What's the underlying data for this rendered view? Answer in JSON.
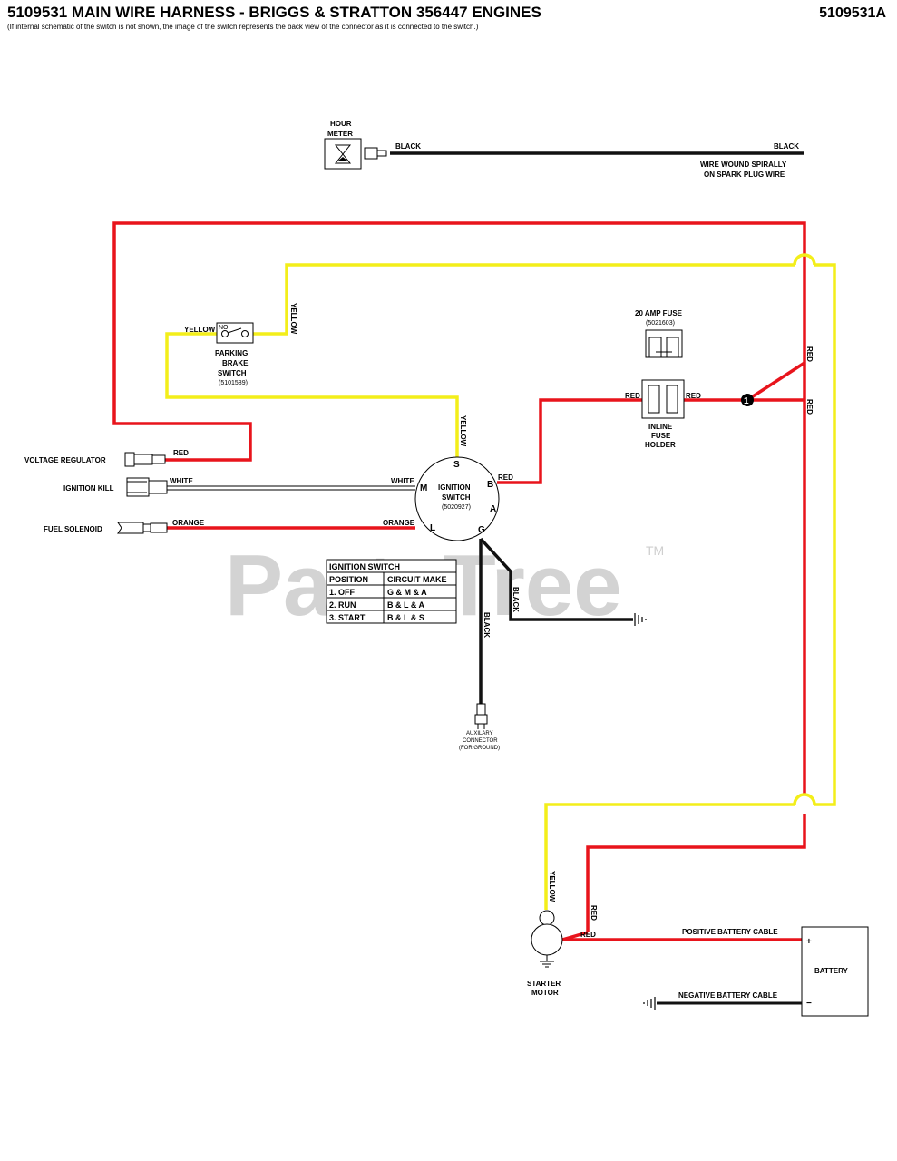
{
  "header": {
    "title": "5109531 MAIN WIRE HARNESS - BRIGGS & STRATTON 356447 ENGINES",
    "subtitle": "(If internal schematic of the switch is not shown, the image of the switch represents the back view of the connector as it is connected to the switch.)",
    "doc_id": "5109531A"
  },
  "watermark": {
    "text": "PartsTree",
    "tm": "TM"
  },
  "hour_meter": {
    "label_line1": "HOUR",
    "label_line2": "METER",
    "wire_left": "BLACK",
    "wire_right": "BLACK",
    "note_line1": "WIRE WOUND SPIRALLY",
    "note_line2": "ON SPARK PLUG WIRE"
  },
  "parking_brake": {
    "line1": "PARKING",
    "line2": "BRAKE",
    "line3": "SWITCH",
    "part": "(5101589)",
    "contact": "NO",
    "wire_in": "YELLOW",
    "wire_out": "YELLOW"
  },
  "fuse": {
    "title": "20 AMP FUSE",
    "part": "(5021603)",
    "holder_line1": "INLINE",
    "holder_line2": "FUSE",
    "holder_line3": "HOLDER",
    "wire_left": "RED",
    "wire_right": "RED",
    "splice": "1"
  },
  "ignition_switch": {
    "line1": "IGNITION",
    "line2": "SWITCH",
    "part": "(5020927)",
    "terminals": {
      "S": "S",
      "B": "B",
      "A": "A",
      "G": "G",
      "L": "L",
      "M": "M"
    },
    "wire_s": "YELLOW",
    "wire_b": "RED",
    "wire_m": "WHITE",
    "wire_l": "ORANGE",
    "wire_g1": "BLACK",
    "wire_g2": "BLACK"
  },
  "left_components": {
    "voltage_regulator": "VOLTAGE REGULATOR",
    "vr_wire": "RED",
    "ignition_kill": "IGNITION KILL",
    "ik_wire": "WHITE",
    "fuel_solenoid": "FUEL SOLENOID",
    "fs_wire": "ORANGE"
  },
  "circuit_table": {
    "title": "IGNITION SWITCH",
    "headers": [
      "POSITION",
      "CIRCUIT MAKE"
    ],
    "rows": [
      [
        "1. OFF",
        "G & M & A"
      ],
      [
        "2. RUN",
        "B & L & A"
      ],
      [
        "3. START",
        "B & L & S"
      ]
    ]
  },
  "aux_connector": {
    "line1": "AUXILARY",
    "line2": "CONNECTOR",
    "line3": "(FOR GROUND)"
  },
  "right_wires": {
    "red_upper": "RED",
    "red_lower": "RED"
  },
  "starter": {
    "line1": "STARTER",
    "line2": "MOTOR",
    "wire_yellow": "YELLOW",
    "wire_red_up": "RED",
    "wire_red": "RED"
  },
  "battery": {
    "label": "BATTERY",
    "plus": "+",
    "minus": "−",
    "positive_cable": "POSITIVE BATTERY CABLE",
    "negative_cable": "NEGATIVE BATTERY CABLE"
  },
  "colors": {
    "red_wire": "#e8141c",
    "yellow_wire": "#f3ee1a",
    "black_wire": "#111111",
    "watermark": "#d3d3d3"
  }
}
